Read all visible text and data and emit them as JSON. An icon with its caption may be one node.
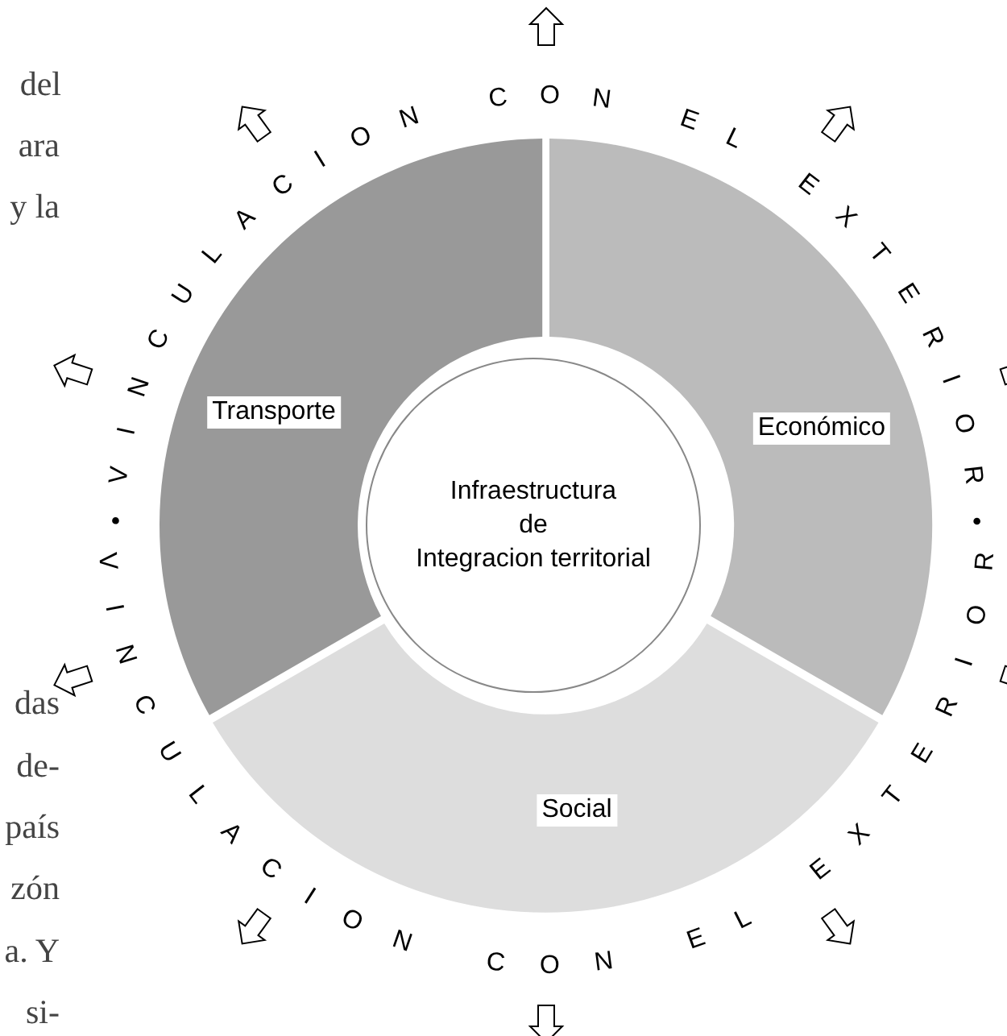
{
  "diagram": {
    "nodes": [
      {
        "text": [
          "Transporte"
        ]
      },
      {
        "text": [
          "Económico"
        ]
      },
      {
        "text": [
          "Infraestructura de Integracion territorial"
        ]
      },
      {
        "text": [
          "Social"
        ]
      }
    ],
    "labels": [
      "del",
      "ara",
      "y la",
      "•VINCULACION CON EL EXTERIOR•",
      "VINCULACION CON EL EXTERIOR",
      "das",
      "de-",
      "país",
      "zón",
      "a. Y",
      "si-"
    ]
  }
}
